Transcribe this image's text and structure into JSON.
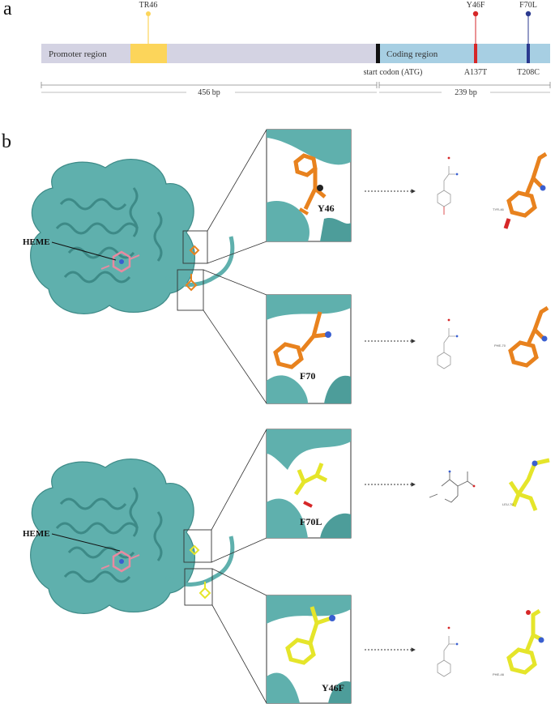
{
  "panel_a": {
    "letter": "a",
    "promoter_label": "Promoter region",
    "coding_label": "Coding region",
    "start_codon_label": "start codon (ATG)",
    "tr_label": "TR46",
    "markers": [
      {
        "top": "Y46F",
        "bottom": "A137T",
        "color": "#d62728"
      },
      {
        "top": "F70L",
        "bottom": "T208C",
        "color": "#2b3a8f"
      }
    ],
    "promoter_length": "456 bp",
    "coding_length": "239 bp",
    "colors": {
      "promoter": "#d4d3e3",
      "coding": "#a7cfe3",
      "tr": "#fcd55a",
      "start": "#111111"
    }
  },
  "panel_b": {
    "letter": "b",
    "heme_label": "HEME",
    "wild_type": {
      "residues": [
        "Y46",
        "F70"
      ],
      "color": "#e8821e"
    },
    "mutant": {
      "residues": [
        "F70L",
        "Y46F"
      ],
      "color": "#e5e52a"
    },
    "structure_labels": [
      "TYR-46",
      "PHE-70",
      "LEU-70",
      "PHE-46"
    ],
    "colors": {
      "protein": "#5fb0ad",
      "protein_dark": "#3d8a87"
    }
  }
}
